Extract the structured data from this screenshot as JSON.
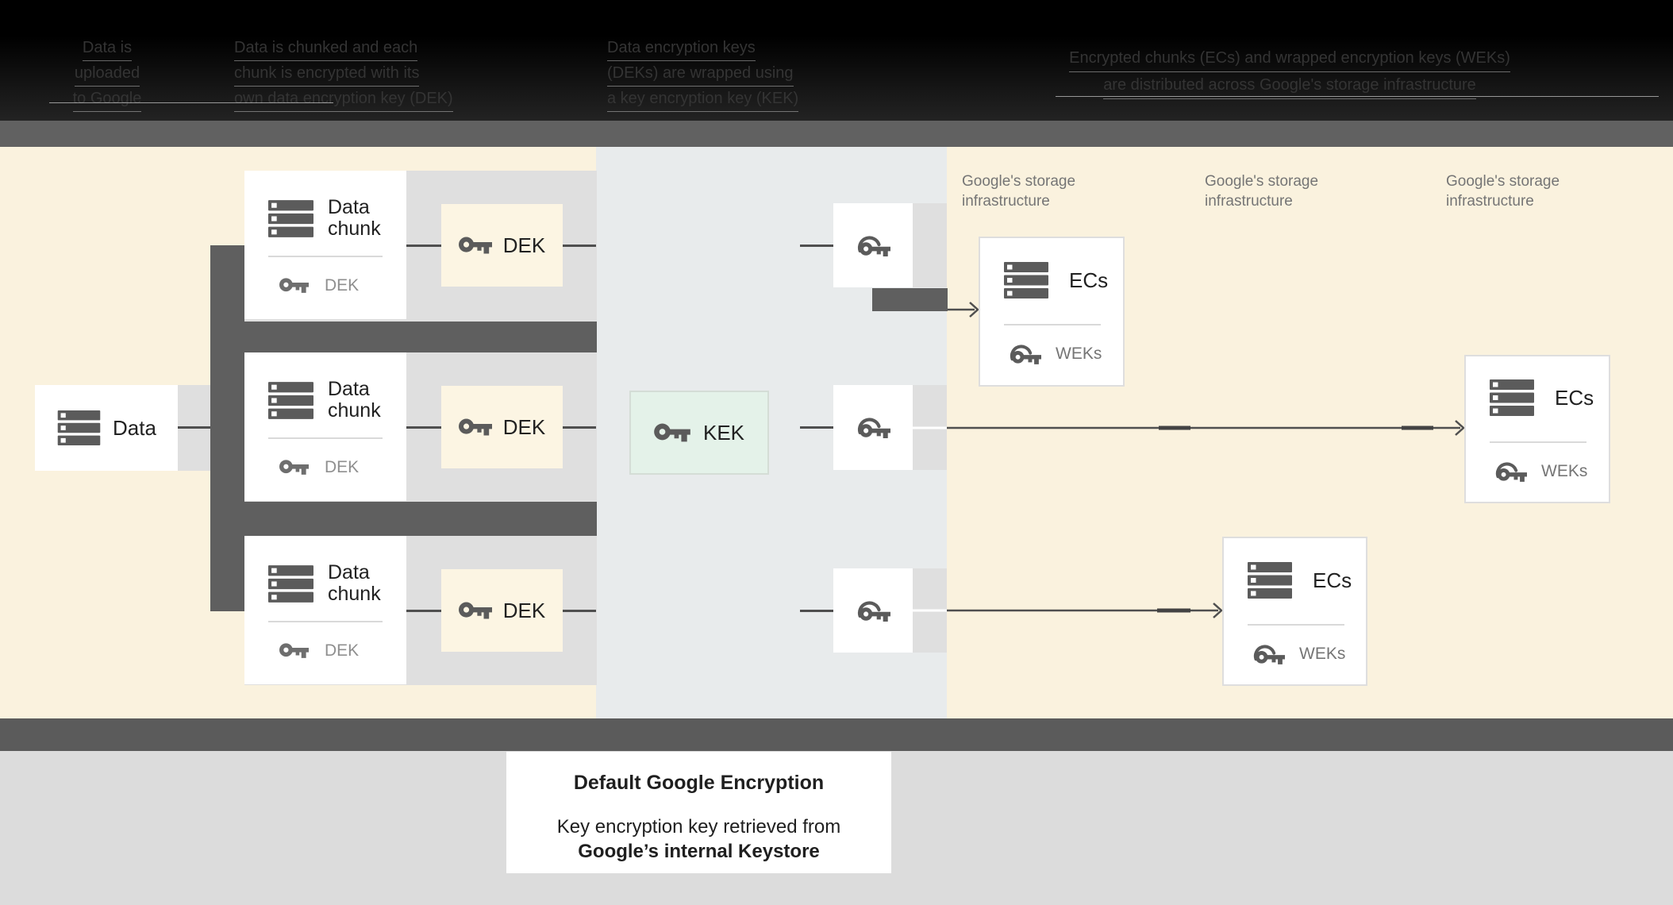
{
  "header": {
    "col1": {
      "lines": [
        "Data is",
        "uploaded",
        "to Google"
      ]
    },
    "col2": {
      "lines": [
        "Data is chunked and each",
        "chunk is encrypted with its",
        "own data encryption key (DEK)"
      ]
    },
    "col3": {
      "lines": [
        "Data encryption keys",
        "(DEKs) are wrapped using",
        "a key encryption key (KEK)"
      ]
    },
    "col4": {
      "lines": [
        "Encrypted chunks (ECs) and wrapped encryption keys (WEKs)",
        "are distributed across Google's storage infrastructure"
      ]
    }
  },
  "diagram": {
    "data_box": {
      "label": "Data"
    },
    "chunk_cards": [
      {
        "title_lines": [
          "Data",
          "chunk"
        ],
        "key_label": "DEK"
      },
      {
        "title_lines": [
          "Data",
          "chunk"
        ],
        "key_label": "DEK"
      },
      {
        "title_lines": [
          "Data",
          "chunk"
        ],
        "key_label": "DEK"
      }
    ],
    "dek_boxes": [
      {
        "label": "DEK"
      },
      {
        "label": "DEK"
      },
      {
        "label": "DEK"
      }
    ],
    "kek_box": {
      "label": "KEK"
    },
    "storage_labels": [
      {
        "line1": "Google's storage",
        "line2": "infrastructure"
      },
      {
        "line1": "Google's storage",
        "line2": "infrastructure"
      },
      {
        "line1": "Google's storage",
        "line2": "infrastructure"
      }
    ],
    "ec_boxes": [
      {
        "title": "ECs",
        "key_label": "WEKs"
      },
      {
        "title": "ECs",
        "key_label": "WEKs"
      },
      {
        "title": "ECs",
        "key_label": "WEKs"
      }
    ]
  },
  "caption": {
    "title": "Default Google Encryption",
    "line1": "Key encryption key retrieved from",
    "line2": "Google’s internal Keystore"
  },
  "colors": {
    "cream_background": "#faf2de",
    "middle_panel": "#e8ebec",
    "row_gray": "#dfdfdf",
    "dark_gray": "#5f5f5f",
    "kek_green": "#e4f2e9",
    "bottom_gray": "#dcdcdc",
    "muted_text": "#757575"
  }
}
